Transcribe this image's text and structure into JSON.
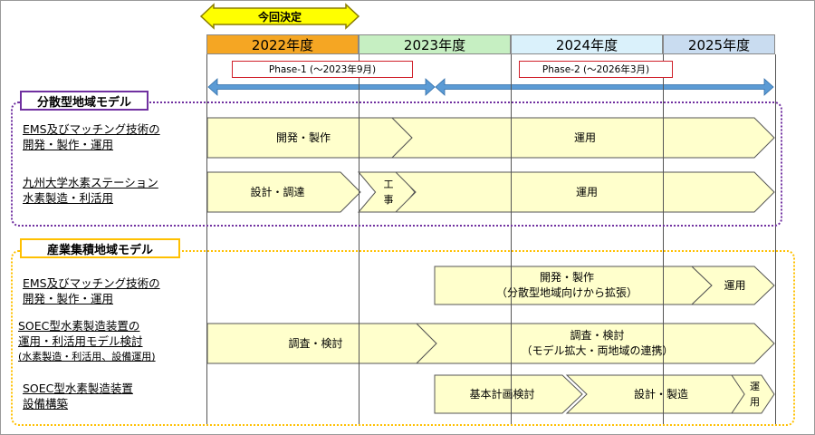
{
  "decision": {
    "label": "今回決定"
  },
  "years": [
    {
      "label": "2022年度",
      "color": "#f5a623"
    },
    {
      "label": "2023年度",
      "color": "#c6efc2"
    },
    {
      "label": "2024年度",
      "color": "#daf1fb"
    },
    {
      "label": "2025年度",
      "color": "#c9dcf0"
    }
  ],
  "phases": [
    {
      "label": "Phase-1 (～2023年9月)"
    },
    {
      "label": "Phase-2 (～2026年3月)"
    }
  ],
  "groups": [
    {
      "title": "分散型地域モデル",
      "border_color": "#7030a0",
      "rows": [
        {
          "task": [
            "EMS及びマッチング技術の",
            "開発・製作・運用"
          ],
          "bars": [
            {
              "label": "開発・製作"
            },
            {
              "label": "運用"
            }
          ]
        },
        {
          "task": [
            "九州大学水素ステーション",
            "水素製造・利活用"
          ],
          "bars": [
            {
              "label": "設計・調達"
            },
            {
              "label": "工\n事"
            },
            {
              "label": "運用"
            }
          ]
        }
      ]
    },
    {
      "title": "産業集積地域モデル",
      "border_color": "#ffc000",
      "rows": [
        {
          "task": [
            "EMS及びマッチング技術の",
            "開発・製作・運用"
          ],
          "bars": [
            {
              "label": "開発・製作\n（分散型地域向けから拡張）"
            },
            {
              "label": "運用"
            }
          ]
        },
        {
          "task": [
            "SOEC型水素製造装置の",
            "運用・利活用モデル検討",
            "(水素製造・利活用、設備運用)"
          ],
          "bars": [
            {
              "label": "調査・検討"
            },
            {
              "label": "調査・検討\n（モデル拡大・両地域の連携）"
            }
          ]
        },
        {
          "task": [
            "SOEC型水素製造装置",
            "設備構築"
          ],
          "bars": [
            {
              "label": "基本計画検討"
            },
            {
              "label": "設計・製造"
            },
            {
              "label": "運\n用"
            }
          ]
        }
      ]
    }
  ],
  "colors": {
    "bar_fill": "#ffffcc",
    "bar_stroke": "#555555",
    "phase_arrow": "#5b9bd5",
    "decision_fill": "#ffff00"
  }
}
